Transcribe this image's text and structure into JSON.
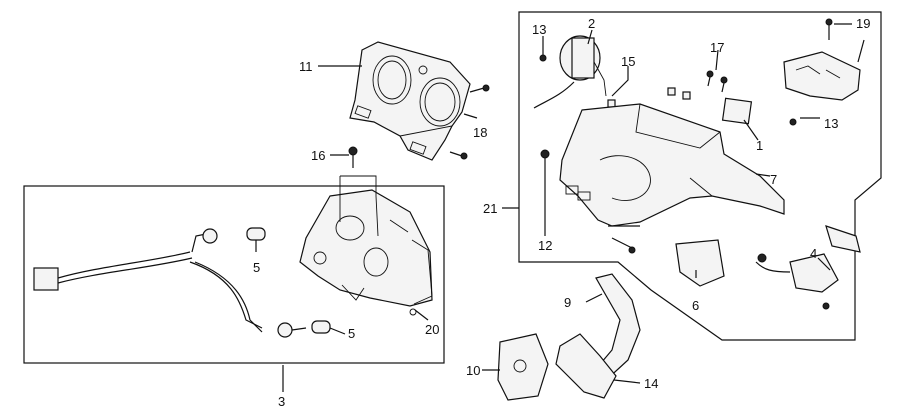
{
  "callouts": [
    {
      "id": "p1",
      "text": "1"
    },
    {
      "id": "p2",
      "text": "2"
    },
    {
      "id": "p3",
      "text": "3"
    },
    {
      "id": "p4",
      "text": "4"
    },
    {
      "id": "p5a",
      "text": "5"
    },
    {
      "id": "p5b",
      "text": "5"
    },
    {
      "id": "p6",
      "text": "6"
    },
    {
      "id": "p7",
      "text": "7"
    },
    {
      "id": "p9",
      "text": "9"
    },
    {
      "id": "p10",
      "text": "10"
    },
    {
      "id": "p11",
      "text": "11"
    },
    {
      "id": "p12",
      "text": "12"
    },
    {
      "id": "p13a",
      "text": "13"
    },
    {
      "id": "p13b",
      "text": "13"
    },
    {
      "id": "p14",
      "text": "14"
    },
    {
      "id": "p15",
      "text": "15"
    },
    {
      "id": "p16",
      "text": "16"
    },
    {
      "id": "p17",
      "text": "17"
    },
    {
      "id": "p18",
      "text": "18"
    },
    {
      "id": "p19",
      "text": "19"
    },
    {
      "id": "p20",
      "text": "20"
    },
    {
      "id": "p21",
      "text": "21"
    }
  ]
}
